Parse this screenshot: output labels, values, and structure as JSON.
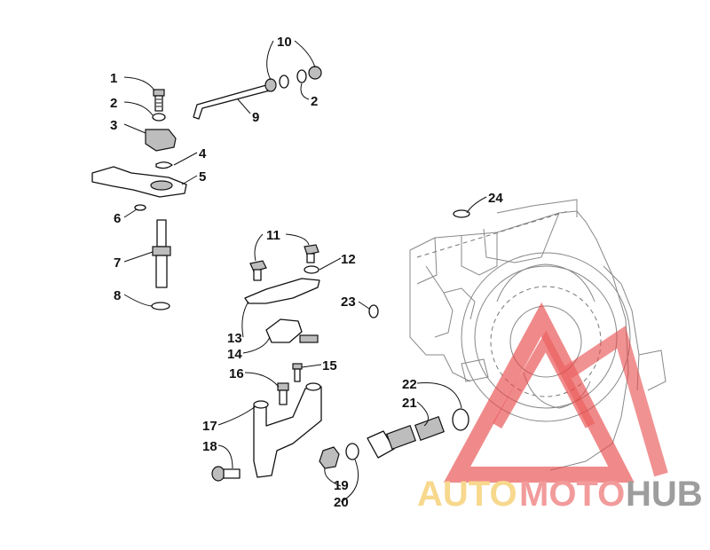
{
  "callouts": {
    "c1": "1",
    "c2a": "2",
    "c3": "3",
    "c4": "4",
    "c5": "5",
    "c6": "6",
    "c7": "7",
    "c8": "8",
    "c9": "9",
    "c10": "10",
    "c2b": "2",
    "c11": "11",
    "c12": "12",
    "c13": "13",
    "c14": "14",
    "c15": "15",
    "c16": "16",
    "c17": "17",
    "c18": "18",
    "c19": "19",
    "c20": "20",
    "c21": "21",
    "c22": "22",
    "c23": "23",
    "c24": "24"
  },
  "watermark": {
    "text_auto": "AUTO",
    "text_moto": "MOTO",
    "text_hub": "HUB",
    "colors": {
      "auto": "#f6d27a",
      "moto": "#f08a8a",
      "hub": "#8c8c8c",
      "logo": "#e84848"
    }
  }
}
